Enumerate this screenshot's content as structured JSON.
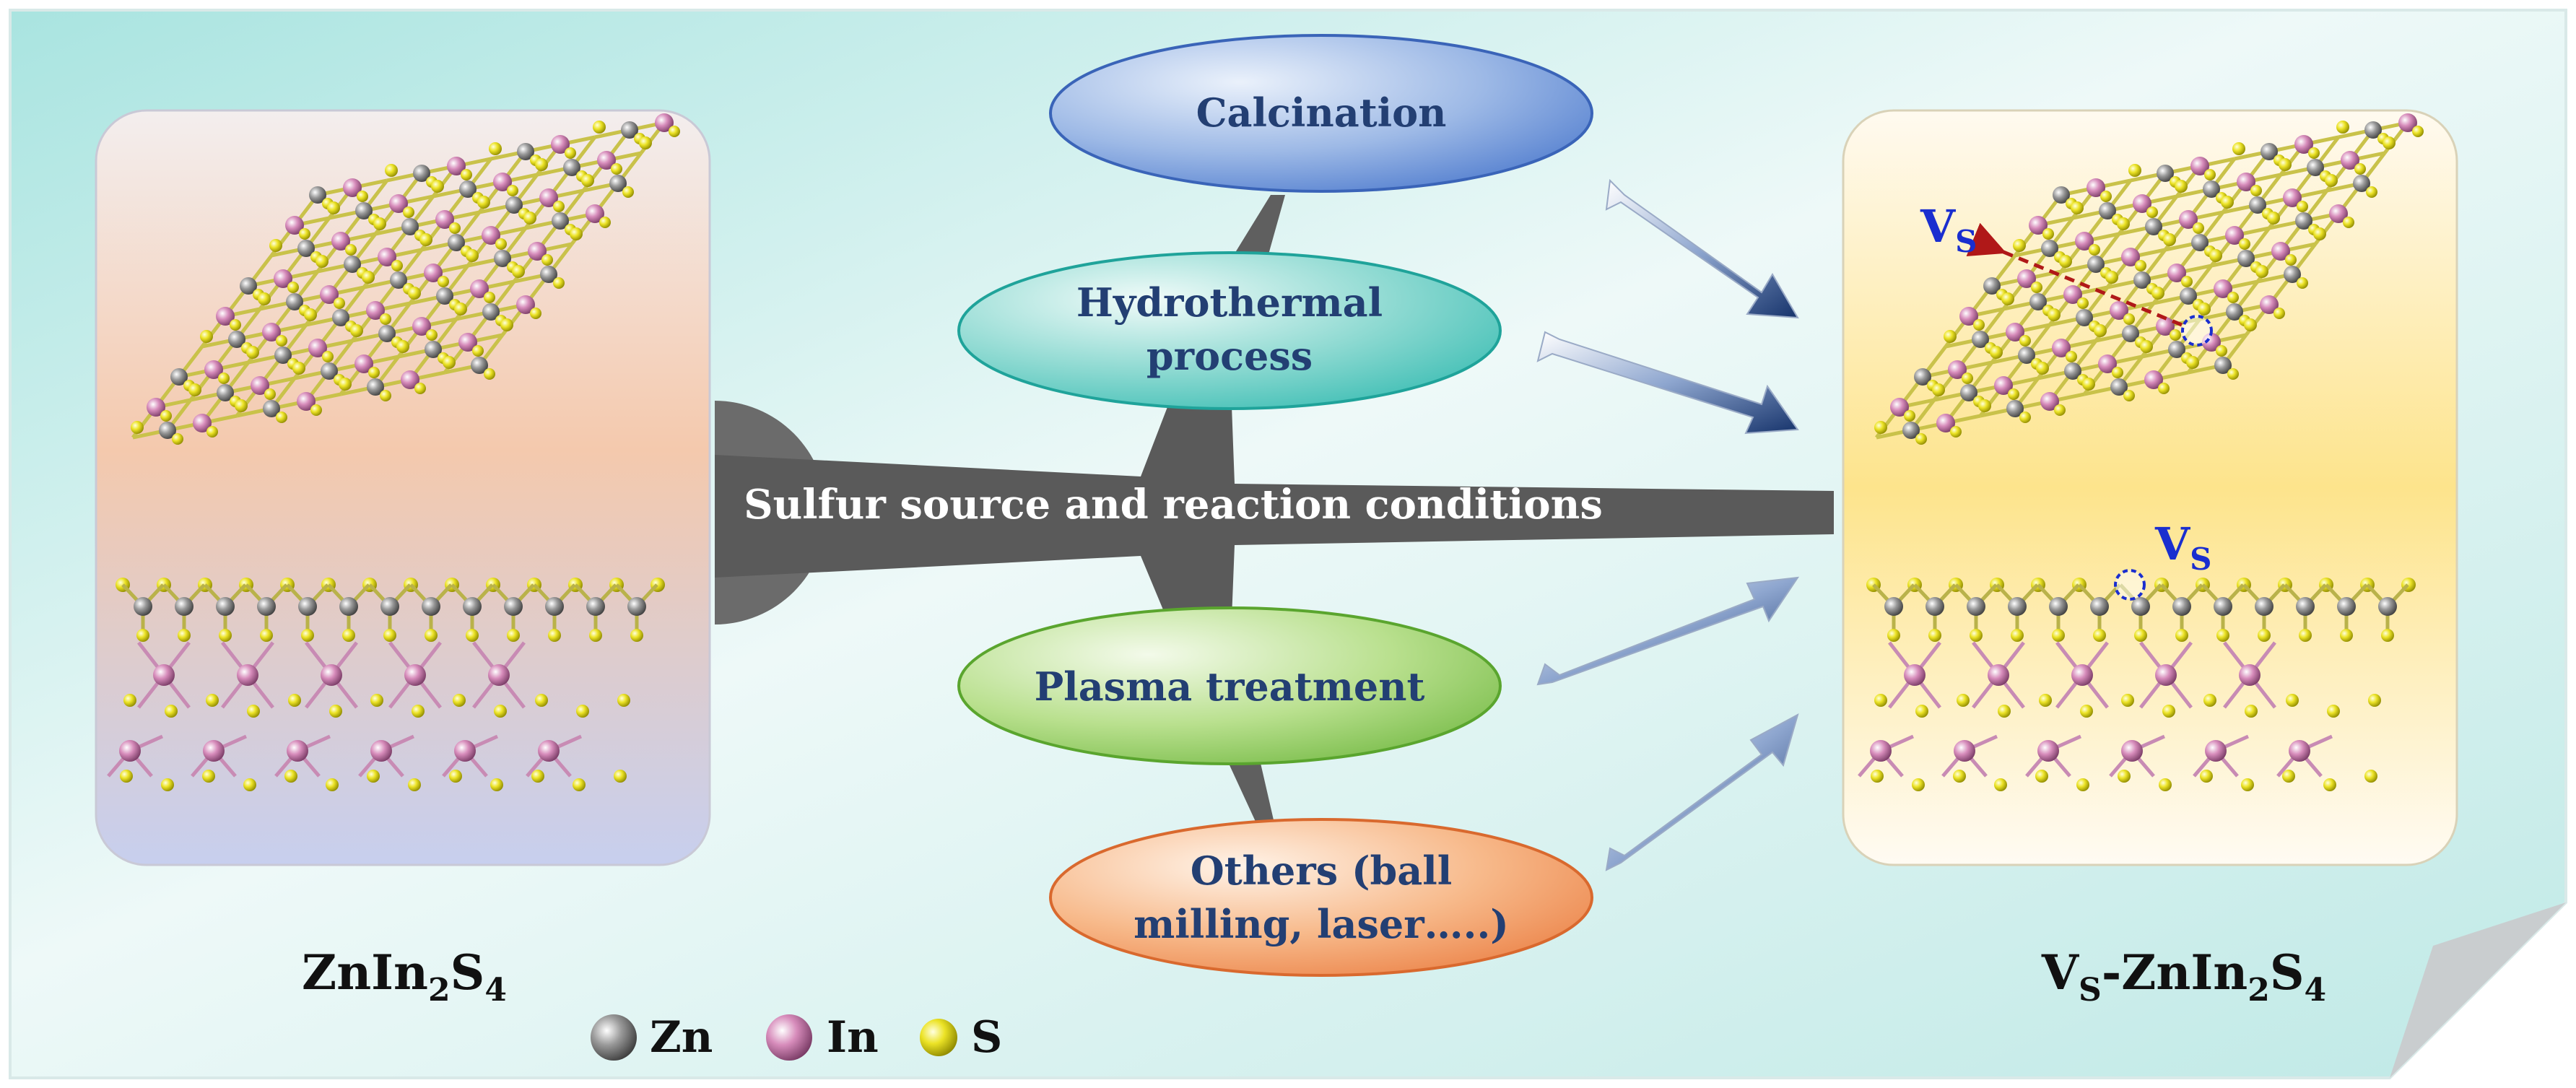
{
  "methods": [
    {
      "id": "calcination",
      "lines": [
        "Calcination"
      ],
      "colors": [
        "#eaf1fb",
        "#9db9e6",
        "#3f6fc9"
      ]
    },
    {
      "id": "hydrothermal",
      "lines": [
        "Hydrothermal",
        "process"
      ],
      "colors": [
        "#f1fbf9",
        "#8fdad2",
        "#2ab7ad"
      ]
    },
    {
      "id": "plasma",
      "lines": [
        "Plasma treatment"
      ],
      "colors": [
        "#f3faea",
        "#b9e08e",
        "#6ab43a"
      ]
    },
    {
      "id": "others",
      "lines": [
        "Others (ball",
        "milling, laser…..)"
      ],
      "colors": [
        "#fff3e8",
        "#f7b98a",
        "#e9773a"
      ]
    }
  ],
  "central_bar": {
    "label": "Sulfur source and reaction conditions"
  },
  "left_panel": {
    "caption_main": "ZnIn",
    "caption_sub1": "2",
    "caption_mid": "S",
    "caption_sub2": "4"
  },
  "right_panel": {
    "caption_pre": "V",
    "caption_pre_sub": "S",
    "caption_main": "-ZnIn",
    "caption_sub1": "2",
    "caption_mid": "S",
    "caption_sub2": "4",
    "vacancy_label": "V",
    "vacancy_label_sub": "S"
  },
  "legend": [
    {
      "label": "Zn",
      "color": "#8c8c8c"
    },
    {
      "label": "In",
      "color": "#d58bb8"
    },
    {
      "label": "S",
      "color": "#e8df1e"
    }
  ],
  "colors": {
    "text_blue": "#233f73",
    "arrow_navy": "#1d3b72",
    "vacancy_blue": "#1a2ecf",
    "vacancy_arrow": "#b01818",
    "bar_gray": "#5a5a5a"
  }
}
